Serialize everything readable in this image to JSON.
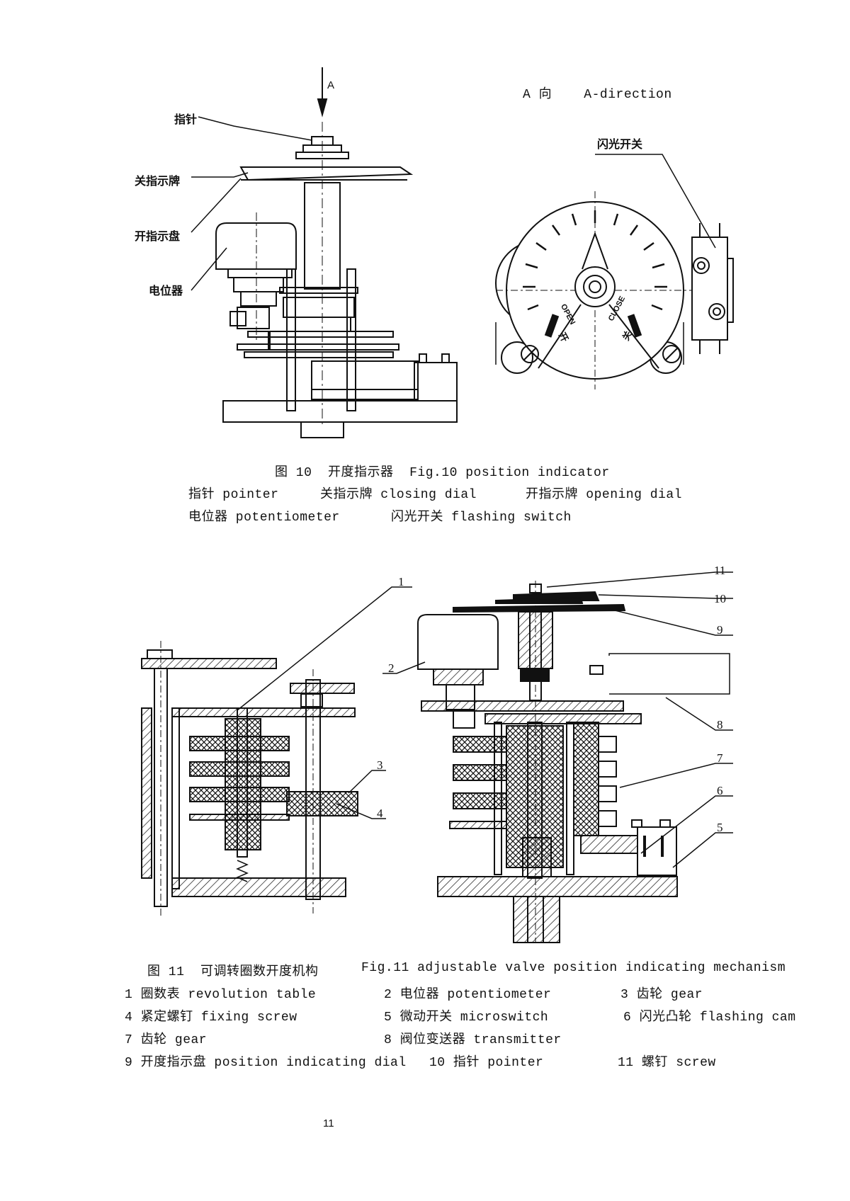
{
  "fig10": {
    "arrow_letter": "A",
    "direction_label": "A 向    A-direction",
    "labels": {
      "pointer": "指针",
      "closing_dial": "关指示牌",
      "opening_dial": "开指示盘",
      "potentiometer": "电位器",
      "flashing_switch": "闪光开关"
    },
    "dial_text": {
      "open": "OPEN",
      "close": "CLOSE",
      "kai": "开",
      "guan": "关"
    },
    "caption": "图 10  开度指示器  Fig.10 position indicator",
    "legend_line1": [
      {
        "text": "指针 pointer"
      },
      {
        "text": "关指示牌 closing dial"
      },
      {
        "text": "开指示牌 opening dial"
      }
    ],
    "legend_line2": [
      {
        "text": "电位器 potentiometer"
      },
      {
        "text": "闪光开关 flashing switch"
      }
    ]
  },
  "fig11": {
    "callouts": [
      "1",
      "2",
      "3",
      "4",
      "5",
      "6",
      "7",
      "8",
      "9",
      "10",
      "11"
    ],
    "caption_cn": "图 11  可调转圈数开度机构",
    "caption_en": "Fig.11 adjustable valve position indicating mechanism",
    "legend": [
      [
        "1 圈数表 revolution table",
        "2 电位器 potentiometer",
        "3 齿轮 gear"
      ],
      [
        "4 紧定螺钉 fixing screw",
        "5 微动开关 microswitch",
        "6 闪光凸轮 flashing cam"
      ],
      [
        "7 齿轮 gear",
        "8 阀位变送器 transmitter",
        ""
      ],
      [
        "9 开度指示盘 position indicating dial",
        "10 指针 pointer",
        "11 螺钉 screw"
      ]
    ]
  },
  "page_number": "11"
}
